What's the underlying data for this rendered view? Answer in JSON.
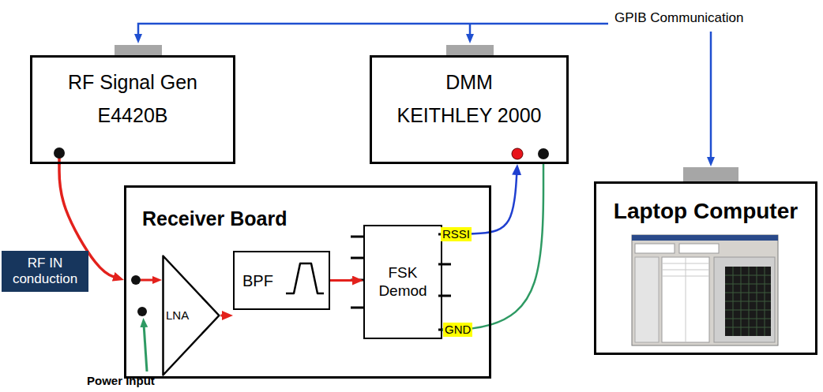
{
  "diagram": {
    "nodes": [
      {
        "text": [
          "RF Signal Gen",
          "E4420B"
        ]
      },
      {
        "text": [
          "DMM",
          "KEITHLEY 2000"
        ]
      },
      {
        "text": [
          "RF IN conduction"
        ]
      },
      {
        "text": [
          "Receiver Board"
        ]
      },
      {
        "text": [
          "LNA"
        ],
        "in": 3
      },
      {
        "text": [
          "BPF"
        ],
        "in": 3
      },
      {
        "text": [
          "FSK Demod"
        ],
        "in": 3
      },
      {
        "text": [
          "Laptop Computer"
        ]
      }
    ],
    "edges": [
      {
        "from": 0,
        "to": 3,
        "arrow": "to"
      },
      {
        "from": 4,
        "to": 5,
        "arrow": "to"
      },
      {
        "from": 5,
        "to": 6,
        "arrow": "to"
      },
      {
        "from": 6,
        "to": 1,
        "arrow": "to"
      },
      {
        "from": 6,
        "to": 1,
        "arrow": "none"
      }
    ],
    "labels": [
      "GPIB Communication",
      "RSSI",
      "GND",
      "Power Input"
    ]
  }
}
